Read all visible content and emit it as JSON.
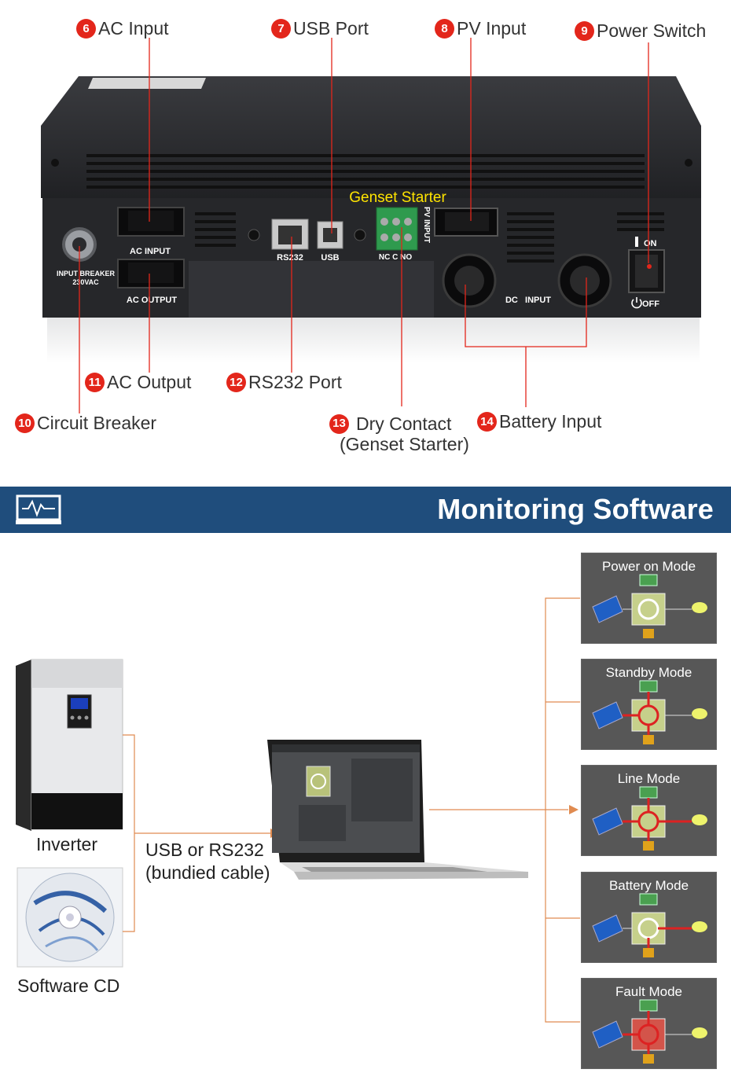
{
  "callouts": [
    {
      "num": "6",
      "label": "AC Input"
    },
    {
      "num": "7",
      "label": "USB Port"
    },
    {
      "num": "8",
      "label": "PV Input"
    },
    {
      "num": "9",
      "label": "Power Switch"
    },
    {
      "num": "11",
      "label": "AC Output"
    },
    {
      "num": "12",
      "label": "RS232 Port"
    },
    {
      "num": "10",
      "label": "Circuit Breaker"
    },
    {
      "num": "13",
      "label": "Dry Contact",
      "label2": "(Genset Starter)"
    },
    {
      "num": "14",
      "label": "Battery Input"
    }
  ],
  "device_labels": {
    "genset_starter": "Genset Starter",
    "pv_input": "PV INPUT",
    "ac_input": "AC INPUT",
    "ac_output": "AC OUTPUT",
    "input_breaker": "INPUT BREAKER",
    "breaker_rating": "230VAC",
    "rs232": "RS232",
    "usb": "USB",
    "nc_c_no": "NC C NO",
    "dc_input": "DC   INPUT",
    "on": "ON",
    "off": "OFF"
  },
  "banner": {
    "title": "Monitoring Software",
    "icon": "monitor-pulse-icon"
  },
  "left_items": {
    "inverter": "Inverter",
    "software_cd": "Software CD",
    "connection_line1": "USB or RS232",
    "connection_line2": "(bundied cable)"
  },
  "modes": [
    {
      "title": "Power on Mode",
      "state": "off"
    },
    {
      "title": "Standby Mode",
      "state": "standby"
    },
    {
      "title": "Line Mode",
      "state": "line"
    },
    {
      "title": "Battery Mode",
      "state": "battery"
    },
    {
      "title": "Fault Mode",
      "state": "fault"
    }
  ],
  "colors": {
    "badge": "#e3261b",
    "banner": "#1f4d7c",
    "connector": "#e08b50",
    "genset_text": "#ffe400",
    "leader": "#e3261b"
  }
}
